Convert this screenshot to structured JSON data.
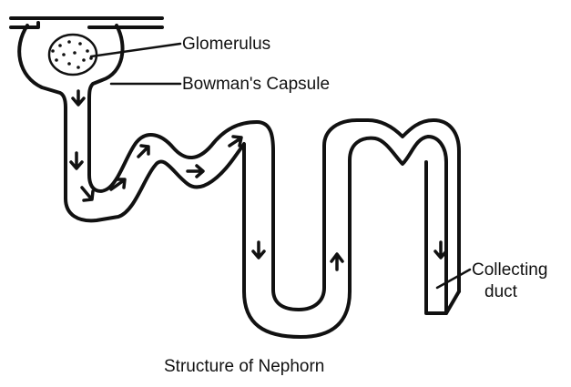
{
  "labels": {
    "glomerulus": "Glomerulus",
    "bowmans_capsule": "Bowman's Capsule",
    "collecting_duct_line1": "Collecting",
    "collecting_duct_line2": "duct"
  },
  "caption": "Structure of Nephorn",
  "colors": {
    "ink": "#111111",
    "background": "#ffffff"
  }
}
